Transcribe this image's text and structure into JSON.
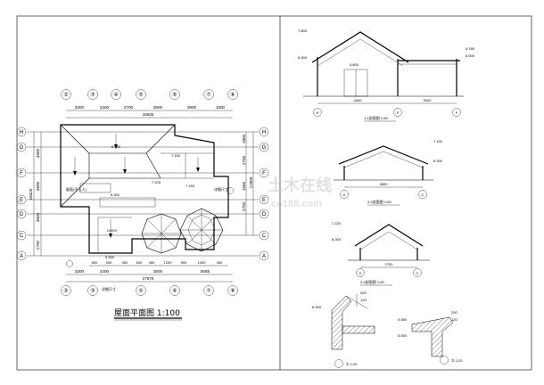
{
  "plan": {
    "title": "屋面平面图 1:100",
    "top_axes": [
      "②",
      "③",
      "④",
      "⑤",
      "⑥",
      "⑦",
      "⑧"
    ],
    "bottom_axes": [
      "②",
      "③",
      "⑤",
      "⑥",
      "⑦",
      "⑧"
    ],
    "left_axes": [
      "H",
      "G",
      "F",
      "E",
      "D",
      "C",
      "A"
    ],
    "right_axes": [
      "H",
      "G",
      "F",
      "E",
      "D",
      "C",
      "A"
    ],
    "top_dims": [
      "3300",
      "2400",
      "2700",
      "3800",
      "3900",
      "1800"
    ],
    "top_total": "18635",
    "bottom_dims": [
      "3300",
      "2400",
      "3600",
      "5585"
    ],
    "bottom_total": "17675",
    "left_dims": [
      "4500",
      "3600",
      "3600",
      "2700"
    ],
    "left_total": "18325",
    "right_dims": [
      "1800",
      "2700",
      "1500",
      "2700"
    ],
    "right_total": "12900",
    "level_1": "6.300",
    "level_2": "7.150",
    "level_3": "7.100",
    "level_4": "8.300",
    "level_5": "5.550",
    "level_6": "7.150",
    "note_roof": "屋面(不上人)",
    "slope_label": "i=50%",
    "stair_note": "详细尺寸",
    "bottom_row_dims": [
      "600",
      "900",
      "900",
      "600",
      "450",
      "1200",
      "900",
      "1200",
      "450"
    ]
  },
  "sections": {
    "s1_title": "1-1剖面图 1:50",
    "s1_levels": [
      "7.800",
      "6.300",
      "5.800",
      "6.780",
      "6.000"
    ],
    "s1_axes": [
      "H",
      "F",
      "F"
    ],
    "s1_dims": [
      "4500",
      "3000"
    ],
    "s2_title": "2-2剖面图 1:50",
    "s2_levels": [
      "7.150",
      "6.300"
    ],
    "s2_dims": [
      "3600"
    ],
    "s2_axes": [
      "D",
      "C"
    ],
    "s3_title": "3-3剖面图 1:50",
    "s3_levels": [
      "7.220",
      "6.300"
    ],
    "s3_dims": [
      "2700"
    ],
    "s3_axes": [
      "G",
      "C"
    ]
  },
  "details": {
    "d1_label": "① 1:20",
    "d1_levels": [
      "6.300"
    ],
    "d1_dims": [
      "200",
      "120"
    ],
    "d2_label": "② 1:20",
    "d2_levels": [
      "5.550",
      "5.050"
    ],
    "d2_dims": [
      "200",
      "120"
    ]
  },
  "watermark": {
    "main": "土木在线",
    "sub": "co188.com"
  }
}
